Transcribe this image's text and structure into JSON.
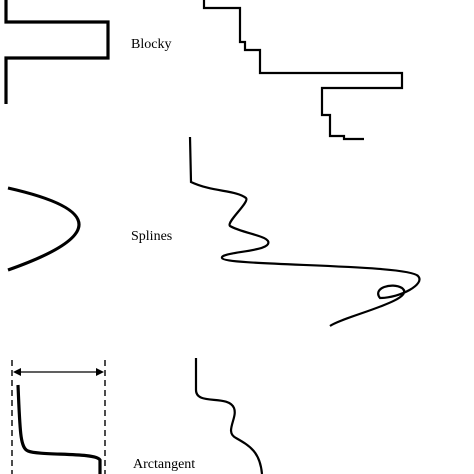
{
  "labels": {
    "blocky": "Blocky",
    "splines": "Splines",
    "arctangent": "Arctangent"
  },
  "colors": {
    "ink": "#000000",
    "background": "#ffffff"
  }
}
